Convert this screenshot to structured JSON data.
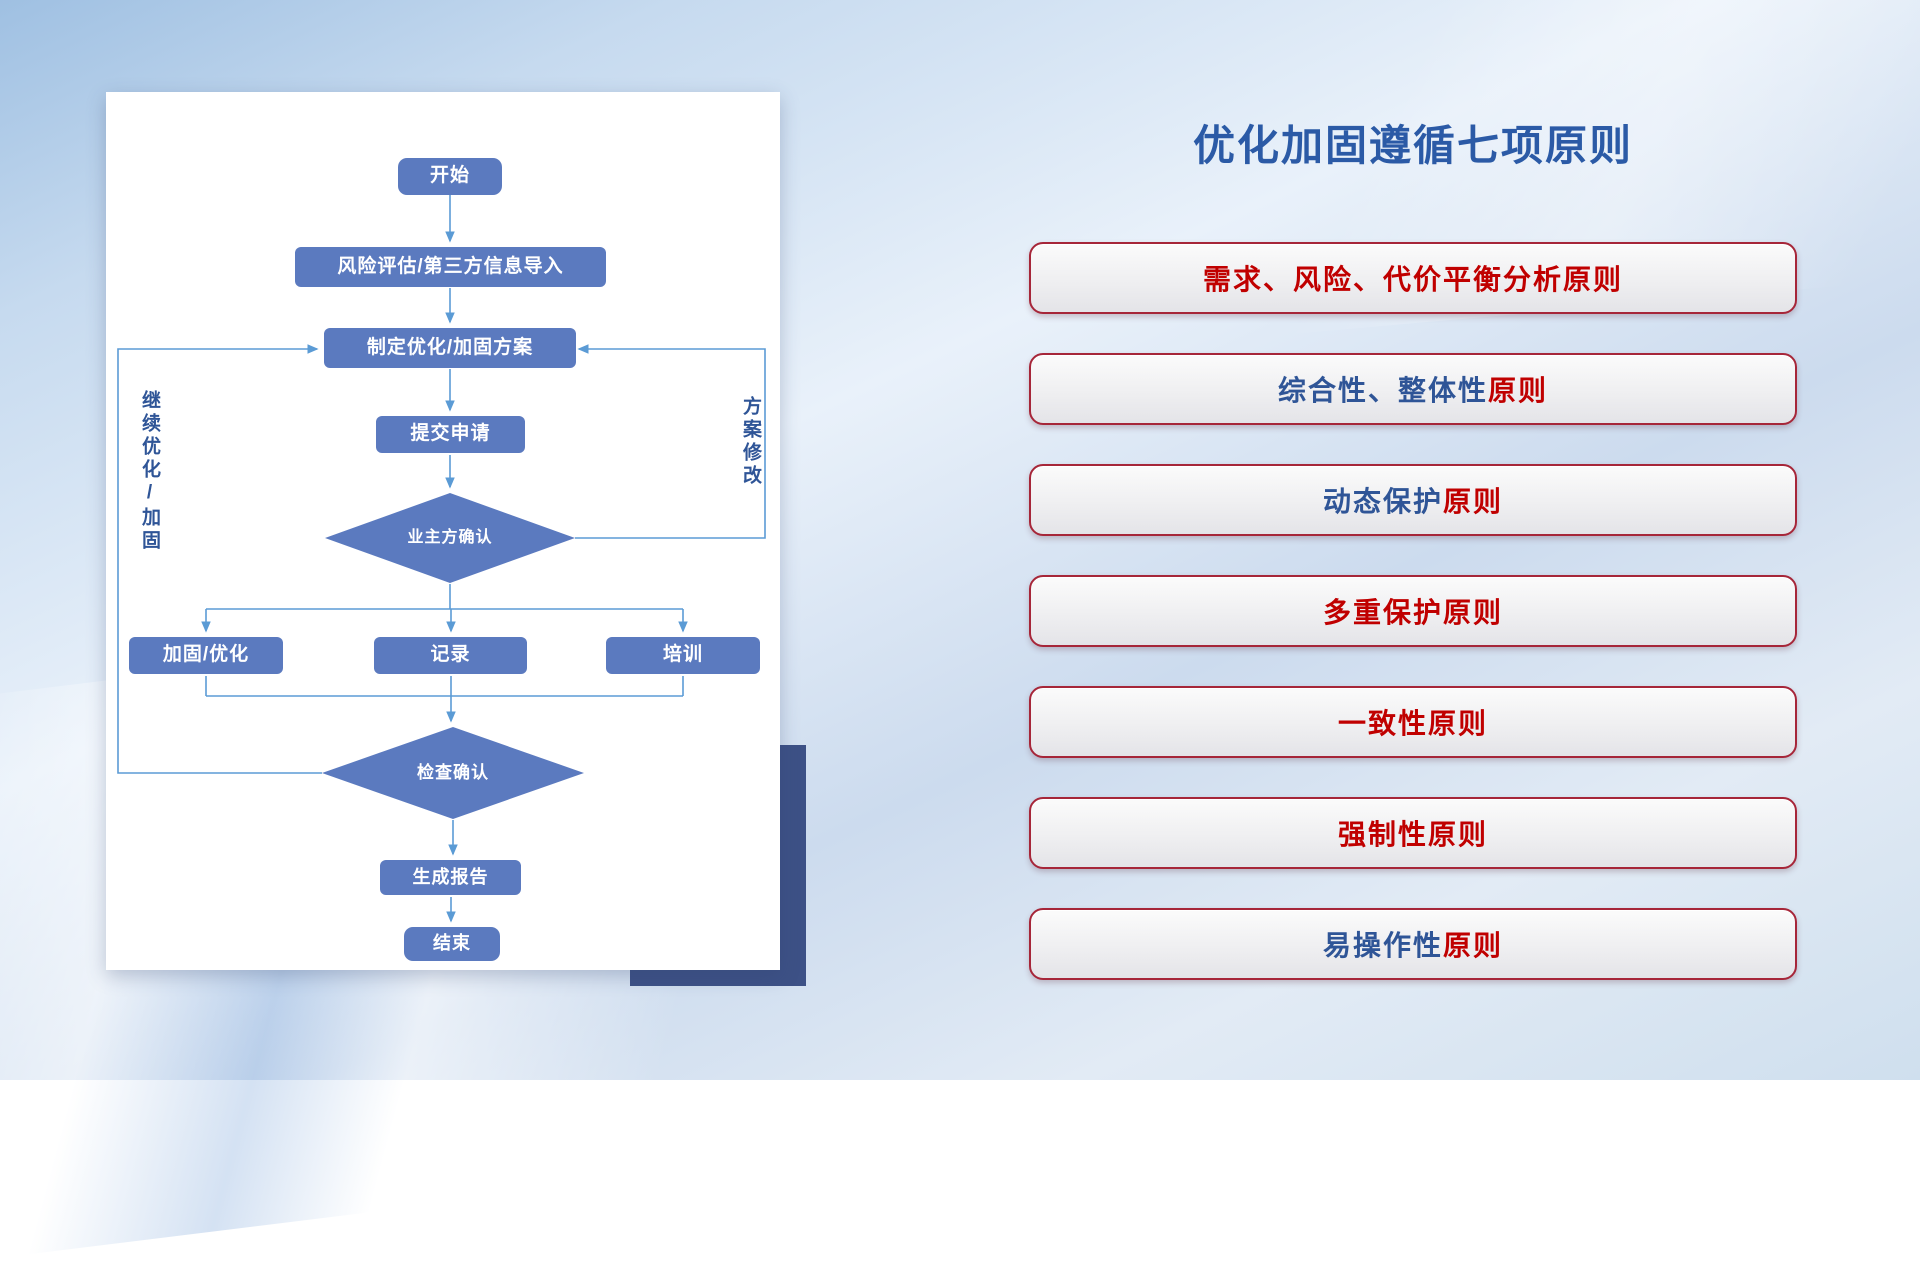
{
  "slide": {
    "title": "优化加固遵循七项原则"
  },
  "flowchart": {
    "nodes": {
      "start": "开始",
      "risk_import": "风险评估/第三方信息导入",
      "plan": "制定优化/加固方案",
      "submit": "提交申请",
      "owner_confirm": "业主方确认",
      "harden": "加固/优化",
      "record": "记录",
      "training": "培训",
      "check_confirm": "检查确认",
      "report": "生成报告",
      "end": "结束"
    },
    "labels": {
      "loop_left": "继续优化/加固",
      "loop_right": "方案修改"
    }
  },
  "principles": [
    {
      "pre": "",
      "rest": "需求、风险、代价平衡分析原则"
    },
    {
      "pre": "综合性、整体性",
      "rest": "原则"
    },
    {
      "pre": "动态保护",
      "rest": "原则"
    },
    {
      "pre": "",
      "rest": "多重保护原则"
    },
    {
      "pre": "",
      "rest": "一致性原则"
    },
    {
      "pre": "",
      "rest": "强制性原则"
    },
    {
      "pre": "易操作性",
      "rest": "原则"
    }
  ],
  "colors": {
    "node_blue": "#5b7abf",
    "connector_blue": "#5b9bd5",
    "title_blue": "#2b5aa6",
    "principle_red": "#c00000",
    "principle_blue": "#2f5597",
    "card_border_red": "#a62639",
    "shadow_navy": "#3d5186"
  }
}
